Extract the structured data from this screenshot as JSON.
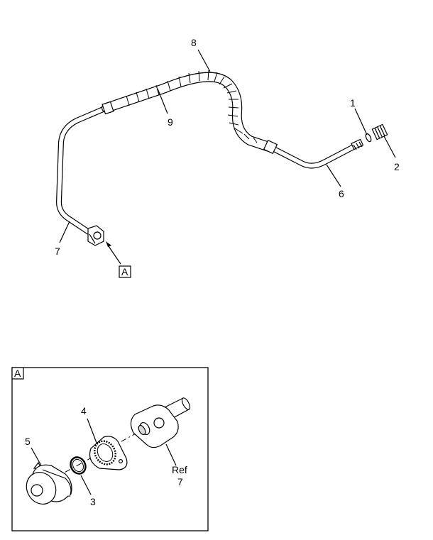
{
  "callouts": {
    "c1": "1",
    "c2": "2",
    "c3": "3",
    "c4": "4",
    "c5": "5",
    "c6": "6",
    "c7_main": "7",
    "c8": "8",
    "c9": "9",
    "ref_label": "Ref",
    "ref_num": "7"
  },
  "view_marker": "A",
  "detail_box_label": "A"
}
